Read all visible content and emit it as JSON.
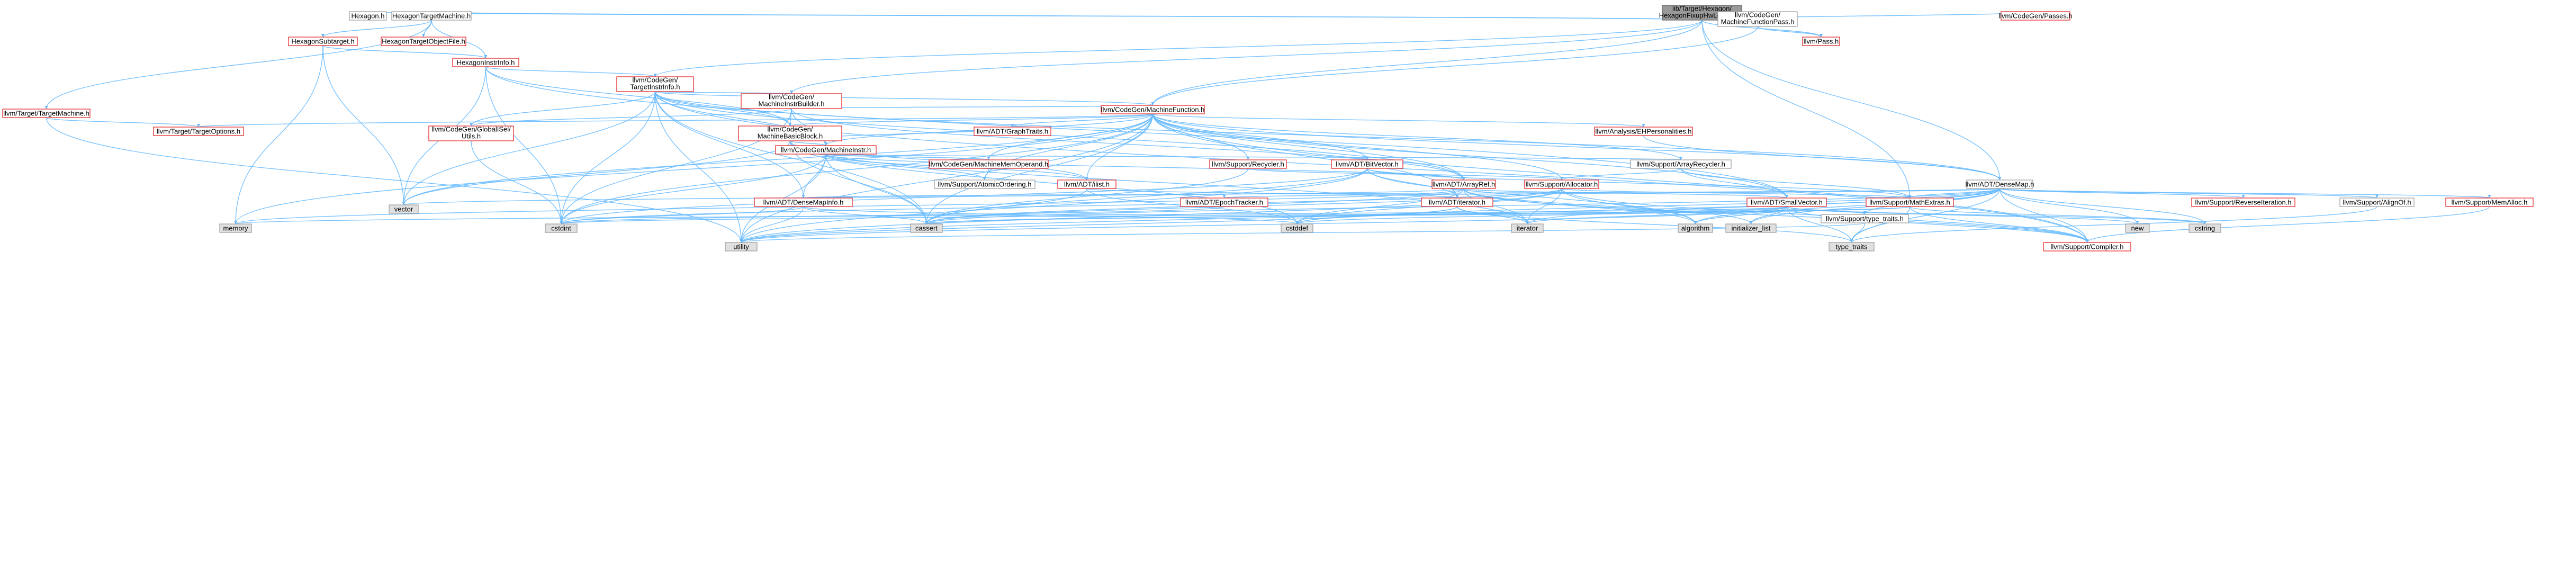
{
  "graph": {
    "colors": {
      "edge": "#63b8ff",
      "missing_border": "#e31a1c",
      "external_fill": "#e0e0e0",
      "root_fill": "#999999"
    },
    "nodes": [
      {
        "id": "root",
        "label": "lib/Target/Hexagon/HexagonFixupHwLoops.cpp",
        "kind": "root"
      },
      {
        "id": "hexagon",
        "label": "Hexagon.h",
        "kind": "plain"
      },
      {
        "id": "htm",
        "label": "HexagonTargetMachine.h",
        "kind": "plain"
      },
      {
        "id": "mfpass",
        "label": "llvm/CodeGen/MachineFunctionPass.h",
        "kind": "plain"
      },
      {
        "id": "passes",
        "label": "llvm/CodeGen/Passes.h",
        "kind": "red"
      },
      {
        "id": "subtarget",
        "label": "HexagonSubtarget.h",
        "kind": "red"
      },
      {
        "id": "tof",
        "label": "HexagonTargetObjectFile.h",
        "kind": "red"
      },
      {
        "id": "pass",
        "label": "llvm/Pass.h",
        "kind": "red"
      },
      {
        "id": "instrinfo",
        "label": "HexagonInstrInfo.h",
        "kind": "red"
      },
      {
        "id": "tii",
        "label": "llvm/CodeGen/TargetInstrInfo.h",
        "kind": "red"
      },
      {
        "id": "mib",
        "label": "llvm/CodeGen/MachineInstrBuilder.h",
        "kind": "red"
      },
      {
        "id": "tm",
        "label": "llvm/Target/TargetMachine.h",
        "kind": "red"
      },
      {
        "id": "mf",
        "label": "llvm/CodeGen/MachineFunction.h",
        "kind": "red"
      },
      {
        "id": "topts",
        "label": "llvm/Target/TargetOptions.h",
        "kind": "red"
      },
      {
        "id": "gisel",
        "label": "llvm/CodeGen/GlobalISel/Utils.h",
        "kind": "red"
      },
      {
        "id": "mbb",
        "label": "llvm/CodeGen/MachineBasicBlock.h",
        "kind": "red"
      },
      {
        "id": "graphtraits",
        "label": "llvm/ADT/GraphTraits.h",
        "kind": "red"
      },
      {
        "id": "ehpers",
        "label": "llvm/Analysis/EHPersonalities.h",
        "kind": "red"
      },
      {
        "id": "mi",
        "label": "llvm/CodeGen/MachineInstr.h",
        "kind": "red"
      },
      {
        "id": "mop",
        "label": "llvm/CodeGen/MachineMemOperand.h",
        "kind": "red"
      },
      {
        "id": "recycler",
        "label": "llvm/Support/Recycler.h",
        "kind": "red"
      },
      {
        "id": "bitvector",
        "label": "llvm/ADT/BitVector.h",
        "kind": "red"
      },
      {
        "id": "arecycler",
        "label": "llvm/Support/ArrayRecycler.h",
        "kind": "plain"
      },
      {
        "id": "atomic",
        "label": "llvm/Support/AtomicOrdering.h",
        "kind": "plain"
      },
      {
        "id": "ilist",
        "label": "llvm/ADT/ilist.h",
        "kind": "red"
      },
      {
        "id": "arrayref",
        "label": "llvm/ADT/ArrayRef.h",
        "kind": "red"
      },
      {
        "id": "allocator",
        "label": "llvm/Support/Allocator.h",
        "kind": "red"
      },
      {
        "id": "densemap",
        "label": "llvm/ADT/DenseMap.h",
        "kind": "plain"
      },
      {
        "id": "densemapinfo",
        "label": "llvm/ADT/DenseMapInfo.h",
        "kind": "red"
      },
      {
        "id": "epoch",
        "label": "llvm/ADT/EpochTracker.h",
        "kind": "red"
      },
      {
        "id": "iterator",
        "label": "llvm/ADT/iterator.h",
        "kind": "red"
      },
      {
        "id": "smallvec",
        "label": "llvm/ADT/SmallVector.h",
        "kind": "red"
      },
      {
        "id": "mathextras",
        "label": "llvm/Support/MathExtras.h",
        "kind": "red"
      },
      {
        "id": "reviter",
        "label": "llvm/Support/ReverseIteration.h",
        "kind": "red"
      },
      {
        "id": "alignof",
        "label": "llvm/Support/AlignOf.h",
        "kind": "plain"
      },
      {
        "id": "memalloc",
        "label": "llvm/Support/MemAlloc.h",
        "kind": "red"
      },
      {
        "id": "typetraits",
        "label": "llvm/Support/type_traits.h",
        "kind": "plain"
      },
      {
        "id": "compiler",
        "label": "llvm/Support/Compiler.h",
        "kind": "red"
      },
      {
        "id": "vector",
        "label": "vector",
        "kind": "gray"
      },
      {
        "id": "memory",
        "label": "memory",
        "kind": "gray"
      },
      {
        "id": "cstdint",
        "label": "cstdint",
        "kind": "gray"
      },
      {
        "id": "cassert",
        "label": "cassert",
        "kind": "gray"
      },
      {
        "id": "utility",
        "label": "utility",
        "kind": "gray"
      },
      {
        "id": "cstddef",
        "label": "cstddef",
        "kind": "gray"
      },
      {
        "id": "iteratorstd",
        "label": "iterator",
        "kind": "gray"
      },
      {
        "id": "algorithm",
        "label": "algorithm",
        "kind": "gray"
      },
      {
        "id": "initlist",
        "label": "initializer_list",
        "kind": "gray"
      },
      {
        "id": "new",
        "label": "new",
        "kind": "gray"
      },
      {
        "id": "cstring",
        "label": "cstring",
        "kind": "gray"
      },
      {
        "id": "type_traits",
        "label": "type_traits",
        "kind": "gray"
      }
    ],
    "edges": [
      [
        "root",
        "hexagon"
      ],
      [
        "root",
        "htm"
      ],
      [
        "root",
        "tii"
      ],
      [
        "root",
        "mib"
      ],
      [
        "root",
        "mf"
      ],
      [
        "root",
        "mfpass"
      ],
      [
        "root",
        "passes"
      ],
      [
        "root",
        "pass"
      ],
      [
        "root",
        "mathextras"
      ],
      [
        "root",
        "densemap"
      ],
      [
        "htm",
        "subtarget"
      ],
      [
        "htm",
        "tof"
      ],
      [
        "htm",
        "instrinfo"
      ],
      [
        "htm",
        "tm"
      ],
      [
        "mfpass",
        "pass"
      ],
      [
        "mfpass",
        "mf"
      ],
      [
        "subtarget",
        "instrinfo"
      ],
      [
        "subtarget",
        "vector"
      ],
      [
        "subtarget",
        "memory"
      ],
      [
        "instrinfo",
        "tii"
      ],
      [
        "instrinfo",
        "mbb"
      ],
      [
        "instrinfo",
        "vector"
      ],
      [
        "instrinfo",
        "cstdint"
      ],
      [
        "instrinfo",
        "smallvec"
      ],
      [
        "tii",
        "mib"
      ],
      [
        "tii",
        "mf"
      ],
      [
        "tii",
        "mbb"
      ],
      [
        "tii",
        "mi"
      ],
      [
        "tii",
        "densemap"
      ],
      [
        "tii",
        "arrayref"
      ],
      [
        "tii",
        "densemapinfo"
      ],
      [
        "tii",
        "vector"
      ],
      [
        "tii",
        "cassert"
      ],
      [
        "tii",
        "cstdint"
      ],
      [
        "tii",
        "utility"
      ],
      [
        "tii",
        "gisel"
      ],
      [
        "tii",
        "compiler"
      ],
      [
        "mib",
        "mf"
      ],
      [
        "mib",
        "mbb"
      ],
      [
        "mib",
        "mi"
      ],
      [
        "mib",
        "gisel"
      ],
      [
        "mib",
        "cstdint"
      ],
      [
        "mib",
        "arrayref"
      ],
      [
        "tm",
        "topts"
      ],
      [
        "tm",
        "utility"
      ],
      [
        "mf",
        "mbb"
      ],
      [
        "mf",
        "graphtraits"
      ],
      [
        "mf",
        "ehpers"
      ],
      [
        "mf",
        "mi"
      ],
      [
        "mf",
        "mop"
      ],
      [
        "mf",
        "recycler"
      ],
      [
        "mf",
        "bitvector"
      ],
      [
        "mf",
        "arecycler"
      ],
      [
        "mf",
        "atomic"
      ],
      [
        "mf",
        "ilist"
      ],
      [
        "mf",
        "arrayref"
      ],
      [
        "mf",
        "allocator"
      ],
      [
        "mf",
        "densemap"
      ],
      [
        "mf",
        "smallvec"
      ],
      [
        "mf",
        "topts"
      ],
      [
        "mf",
        "vector"
      ],
      [
        "mf",
        "memory"
      ],
      [
        "mf",
        "cassert"
      ],
      [
        "mf",
        "cstdint"
      ],
      [
        "mf",
        "utility"
      ],
      [
        "mf",
        "compiler"
      ],
      [
        "mf",
        "iterator"
      ],
      [
        "gisel",
        "cstdint"
      ],
      [
        "mbb",
        "graphtraits"
      ],
      [
        "mbb",
        "mi"
      ],
      [
        "mbb",
        "ilist"
      ],
      [
        "mbb",
        "vector"
      ],
      [
        "mbb",
        "cassert"
      ],
      [
        "mbb",
        "cstddef"
      ],
      [
        "mbb",
        "iteratorstd"
      ],
      [
        "ehpers",
        "densemap"
      ],
      [
        "mi",
        "mop"
      ],
      [
        "mi",
        "densemapinfo"
      ],
      [
        "mi",
        "arrayref"
      ],
      [
        "mi",
        "ilist"
      ],
      [
        "mi",
        "cassert"
      ],
      [
        "mi",
        "cstdint"
      ],
      [
        "mi",
        "utility"
      ],
      [
        "mi",
        "arecycler"
      ],
      [
        "mi",
        "atomic"
      ],
      [
        "mop",
        "atomic"
      ],
      [
        "recycler",
        "allocator"
      ],
      [
        "recycler",
        "cassert"
      ],
      [
        "bitvector",
        "arrayref"
      ],
      [
        "bitvector",
        "iterator"
      ],
      [
        "bitvector",
        "mathextras"
      ],
      [
        "bitvector",
        "algorithm"
      ],
      [
        "bitvector",
        "cassert"
      ],
      [
        "bitvector",
        "cstdint"
      ],
      [
        "bitvector",
        "utility"
      ],
      [
        "arecycler",
        "allocator"
      ],
      [
        "arecycler",
        "smallvec"
      ],
      [
        "arecycler",
        "mathextras"
      ],
      [
        "ilist",
        "iterator"
      ],
      [
        "ilist",
        "cassert"
      ],
      [
        "ilist",
        "cstddef"
      ],
      [
        "arrayref",
        "smallvec"
      ],
      [
        "arrayref",
        "compiler"
      ],
      [
        "arrayref",
        "algorithm"
      ],
      [
        "arrayref",
        "cassert"
      ],
      [
        "arrayref",
        "cstddef"
      ],
      [
        "arrayref",
        "initlist"
      ],
      [
        "arrayref",
        "iteratorstd"
      ],
      [
        "arrayref",
        "memory"
      ],
      [
        "arrayref",
        "vector"
      ],
      [
        "allocator",
        "compiler"
      ],
      [
        "allocator",
        "mathextras"
      ],
      [
        "allocator",
        "cassert"
      ],
      [
        "allocator",
        "cstddef"
      ],
      [
        "allocator",
        "cstdint"
      ],
      [
        "allocator",
        "iteratorstd"
      ],
      [
        "allocator",
        "utility"
      ],
      [
        "allocator",
        "algorithm"
      ],
      [
        "densemap",
        "densemapinfo"
      ],
      [
        "densemap",
        "epoch"
      ],
      [
        "densemap",
        "reviter"
      ],
      [
        "densemap",
        "alignof"
      ],
      [
        "densemap",
        "memalloc"
      ],
      [
        "densemap",
        "mathextras"
      ],
      [
        "densemap",
        "typetraits"
      ],
      [
        "densemap",
        "compiler"
      ],
      [
        "densemap",
        "algorithm"
      ],
      [
        "densemap",
        "cassert"
      ],
      [
        "densemap",
        "cstddef"
      ],
      [
        "densemap",
        "cstring"
      ],
      [
        "densemap",
        "initlist"
      ],
      [
        "densemap",
        "iteratorstd"
      ],
      [
        "densemap",
        "new"
      ],
      [
        "densemap",
        "type_traits"
      ],
      [
        "densemap",
        "utility"
      ],
      [
        "densemapinfo",
        "cassert"
      ],
      [
        "densemapinfo",
        "cstddef"
      ],
      [
        "densemapinfo",
        "cstdint"
      ],
      [
        "densemapinfo",
        "utility"
      ],
      [
        "epoch",
        "cstdint"
      ],
      [
        "iterator",
        "iteratorstd"
      ],
      [
        "iterator",
        "cstddef"
      ],
      [
        "iterator",
        "type_traits"
      ],
      [
        "iterator",
        "utility"
      ],
      [
        "smallvec",
        "compiler"
      ],
      [
        "smallvec",
        "typetraits"
      ],
      [
        "smallvec",
        "algorithm"
      ],
      [
        "smallvec",
        "cassert"
      ],
      [
        "smallvec",
        "cstddef"
      ],
      [
        "smallvec",
        "cstdlib"
      ],
      [
        "smallvec",
        "cstring"
      ],
      [
        "smallvec",
        "initlist"
      ],
      [
        "smallvec",
        "iteratorstd"
      ],
      [
        "smallvec",
        "memory"
      ],
      [
        "smallvec",
        "new"
      ],
      [
        "smallvec",
        "type_traits"
      ],
      [
        "smallvec",
        "utility"
      ],
      [
        "mathextras",
        "compiler"
      ],
      [
        "mathextras",
        "cassert"
      ],
      [
        "mathextras",
        "cstdint"
      ],
      [
        "mathextras",
        "cstring"
      ],
      [
        "mathextras",
        "type_traits"
      ],
      [
        "alignof",
        "type_traits"
      ],
      [
        "memalloc",
        "compiler"
      ],
      [
        "typetraits",
        "utility"
      ],
      [
        "typetraits",
        "type_traits"
      ]
    ]
  }
}
